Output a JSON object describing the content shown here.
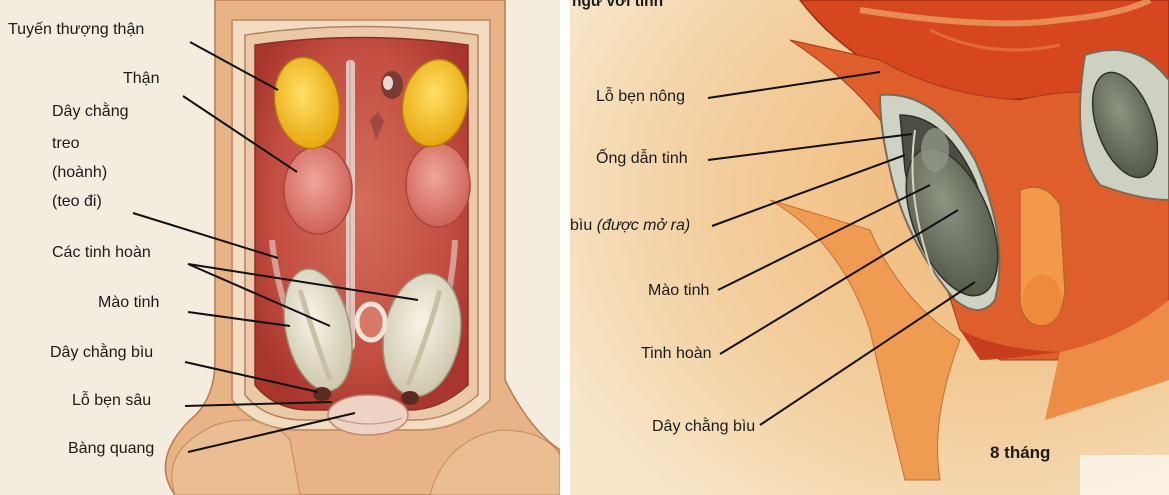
{
  "left_panel": {
    "labels": {
      "adrenal": "Tuyến thượng thận",
      "kidney": "Thận",
      "lig_line1": "Dây chằng",
      "lig_line2": "treo",
      "lig_line3": "(hoành)",
      "lig_line4": "(teo đi)",
      "testes": "Các tinh hoàn",
      "epididymis": "Mào tinh",
      "gubernaculum": "Dây chằng bìu",
      "deep_ring": "Lỗ bẹn sâu",
      "bladder": "Bàng quang"
    }
  },
  "right_panel": {
    "labels": {
      "top_cut": "ngư vơi tinh",
      "superficial_ring": "Lỗ bẹn nông",
      "vas": "Ống dẫn tinh",
      "scrotum_a": "bìu ",
      "scrotum_b": "(được mở ra)",
      "epididymis": "Mào tinh",
      "testis": "Tinh hoàn",
      "gubernaculum": "Dây chằng bìu",
      "age": "8 tháng"
    }
  },
  "colors": {
    "left_bg": "#f4ecdf",
    "skin": "#e9b184",
    "cavity": "#c8584a",
    "adrenal": "#f2c21a",
    "kidney": "#df7b74",
    "testis_pale": "#e6e1cc",
    "right_bg": "#f3d3a6",
    "orange": "#e79a4c",
    "red": "#cc3e1e",
    "dark_testis": "#6e7563",
    "line": "#111111"
  }
}
